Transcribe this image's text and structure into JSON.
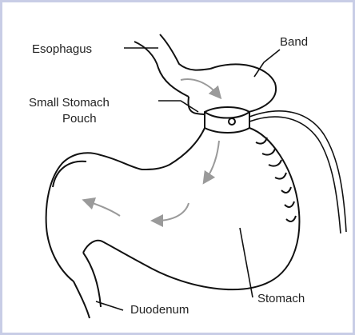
{
  "labels": {
    "esophagus": "Esophagus",
    "band": "Band",
    "small_pouch_line1": "Small Stomach",
    "small_pouch_line2": "Pouch",
    "stomach": "Stomach",
    "duodenum": "Duodenum"
  },
  "colors": {
    "frame_border": "#c8cde6",
    "line": "#111111",
    "arrow": "#9a9a9a"
  }
}
